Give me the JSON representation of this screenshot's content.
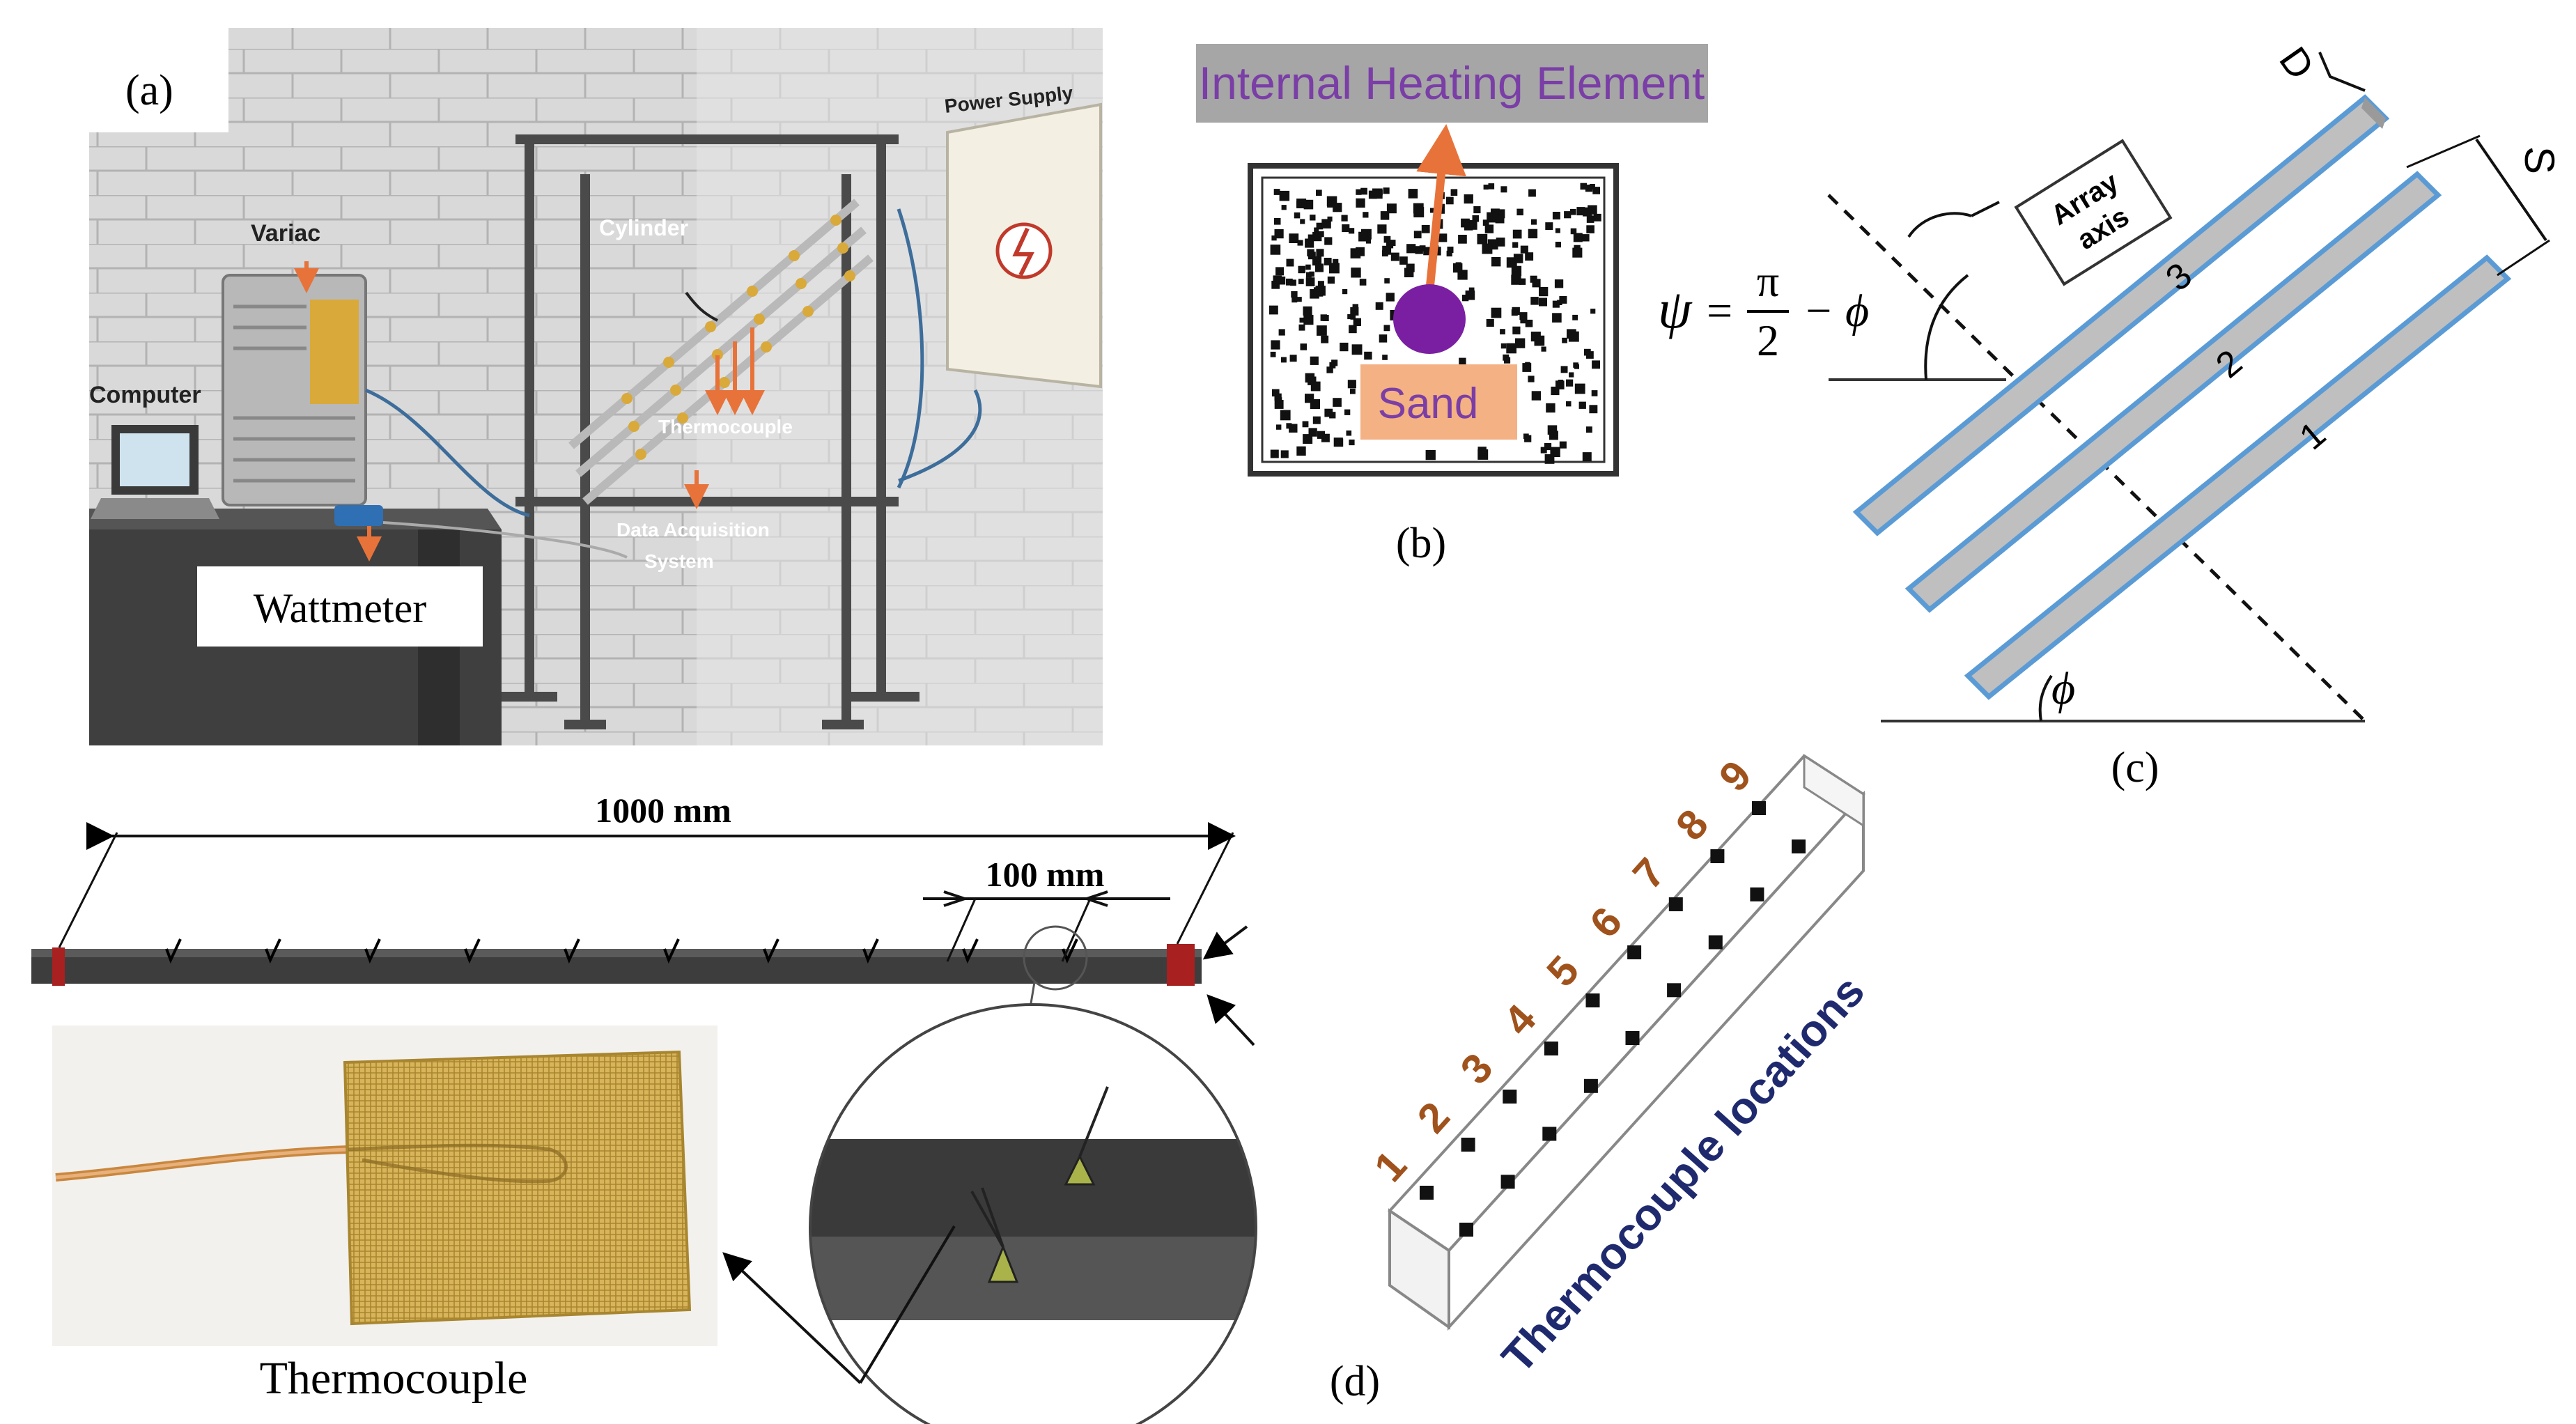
{
  "panel_a": {
    "label": "(a)",
    "variac": "Variac",
    "computer": "Computer",
    "cylinder": "Cylinder",
    "thermocouple": "Thermocouple",
    "daq_line1": "Data Acquisition",
    "daq_line2": "System",
    "power_supply": "Power Supply",
    "wattmeter": "Wattmeter"
  },
  "panel_b": {
    "label": "(b)",
    "heating_element": "Internal Heating Element",
    "sand": "Sand"
  },
  "panel_c": {
    "label": "(c)",
    "d_label": "D",
    "s_label": "S",
    "array_axis_line1": "Array",
    "array_axis_line2": "axis",
    "psi": "ψ",
    "equals": "=",
    "pi": "π",
    "two": "2",
    "minus_phi": "− ϕ",
    "phi": "ϕ",
    "cylinder_numbers": [
      "1",
      "2",
      "3"
    ]
  },
  "panel_d": {
    "label": "(d)",
    "length_1000": "1000 mm",
    "length_100": "100 mm",
    "thermocouple_caption": "Thermocouple",
    "thermocouple_locations": "Thermocouple locations",
    "location_numbers": [
      "1",
      "2",
      "3",
      "4",
      "5",
      "6",
      "7",
      "8",
      "9"
    ]
  },
  "colors": {
    "orange_arrow": "#e8733a",
    "purple": "#7a3ea6",
    "sand_fill": "#f4b183",
    "heating_banner": "#a6a6a6",
    "cylinder_blue": "#5b9bd5",
    "cylinder_gray": "#bfbfbf",
    "number_brown": "#a0521c",
    "navy_text": "#1f2a6e"
  }
}
